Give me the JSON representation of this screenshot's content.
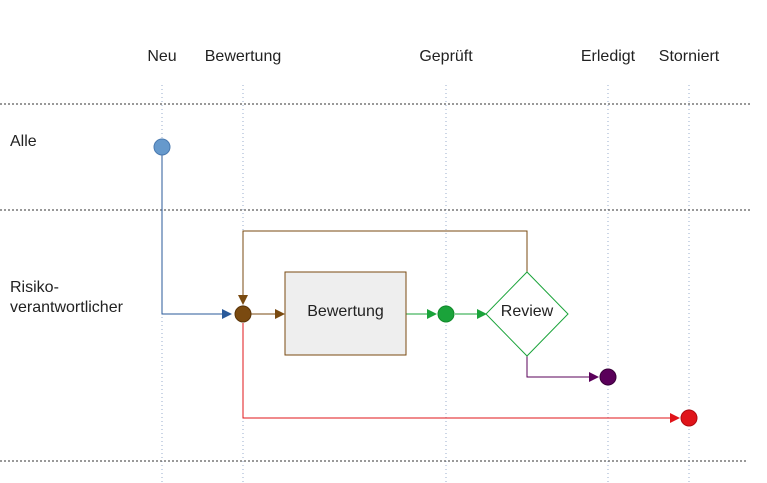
{
  "columns": [
    "Neu",
    "Bewertung",
    "Geprüft",
    "Erledigt",
    "Storniert"
  ],
  "lanes": [
    "Alle",
    "Risiko-\nverantwortlicher"
  ],
  "nodes": {
    "task": "Bewertung",
    "decision": "Review"
  },
  "colors": {
    "start": "#6699cc",
    "merge": "#7a4a10",
    "check": "#1aa33a",
    "done": "#5a005a",
    "cancel": "#e0141a",
    "task_border": "#7a4a10",
    "task_fill": "#eeeeee",
    "decision_border": "#1aa33a"
  }
}
